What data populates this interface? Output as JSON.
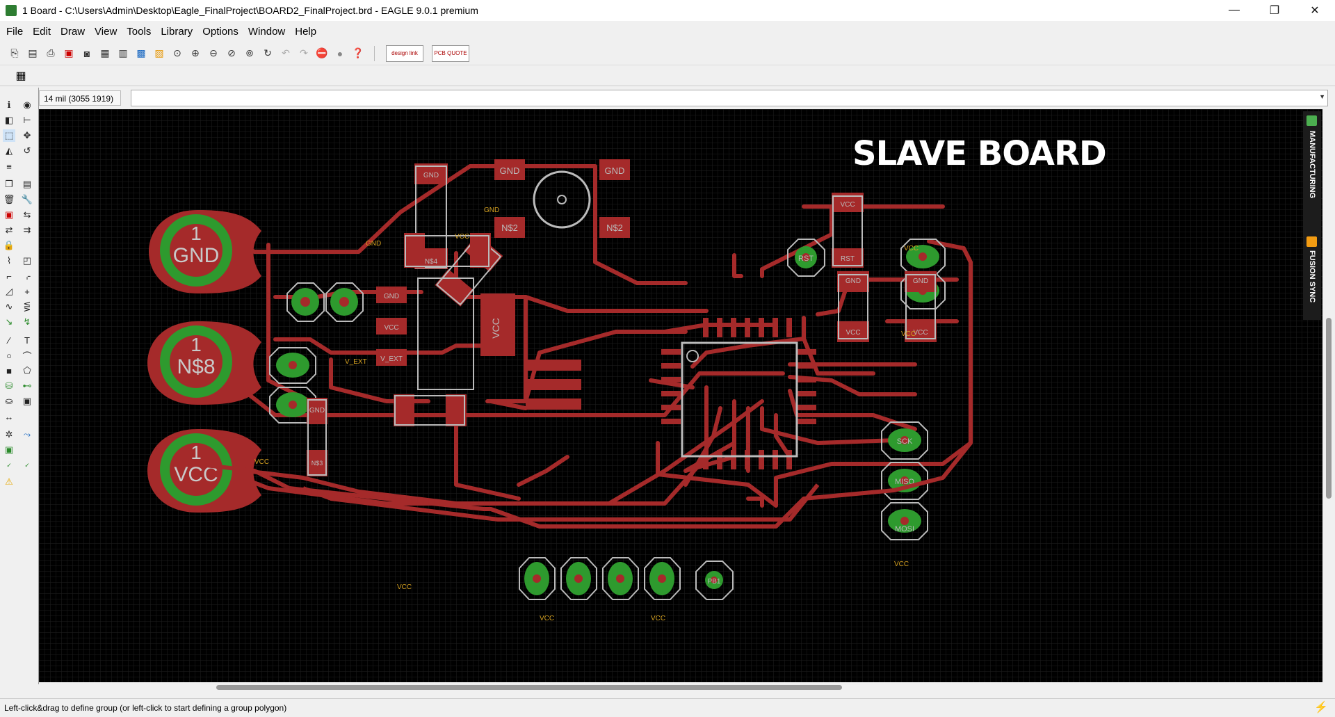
{
  "titlebar": {
    "title": "1 Board - C:\\Users\\Admin\\Desktop\\Eagle_FinalProject\\BOARD2_FinalProject.brd - EAGLE 9.0.1 premium",
    "minimize": "—",
    "restore": "❐",
    "close": "✕"
  },
  "menu": [
    "File",
    "Edit",
    "Draw",
    "View",
    "Tools",
    "Library",
    "Options",
    "Window",
    "Help"
  ],
  "toolbar": {
    "designlink_label": "design link",
    "pcbquote_label": "PCB QUOTE"
  },
  "coords": {
    "readout": "14 mil (3055 1919)"
  },
  "command": {
    "value": ""
  },
  "board": {
    "title": "SLAVE BOARD",
    "pads": [
      {
        "num": "1",
        "name": "GND"
      },
      {
        "num": "1",
        "name": "N$8"
      },
      {
        "num": "1",
        "name": "VCC"
      }
    ],
    "labels": {
      "gnd": "GND",
      "vcc": "VCC",
      "vext": "V_EXT",
      "rst": "RST",
      "sck": "SCK",
      "miso": "MISO",
      "mosi": "MOSI",
      "pb1": "PB1",
      "ns2": "N$2",
      "ns4": "N$4",
      "ns3": "N$3",
      "vcc4": "VCC"
    }
  },
  "right_panel": {
    "manufacturing": "MANUFACTURING",
    "fusion_sync": "FUSION SYNC"
  },
  "status": {
    "message": "Left-click&drag to define group (or left-click to start defining a group polygon)"
  },
  "colors": {
    "copper": "#a52a2a",
    "pad": "#2e9a2e",
    "background": "#000000",
    "outline": "#c0c0c0"
  }
}
